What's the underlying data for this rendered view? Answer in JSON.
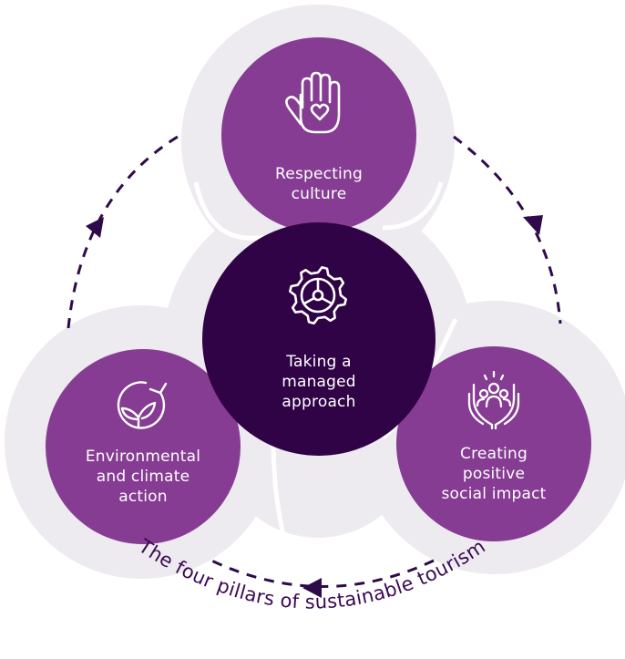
{
  "colors": {
    "background": "#ffffff",
    "blob": "#edeaf0",
    "outer_pillar": "#853c92",
    "center_pillar": "#300346",
    "arrow": "#2e0a4a",
    "caption": "#3b0a52",
    "text_on_pillar": "#ffffff"
  },
  "caption": "The four pillars of sustainable tourism",
  "pillars": {
    "top": {
      "lines": [
        "Respecting",
        "culture"
      ],
      "icon": "hand-heart-icon"
    },
    "center": {
      "lines": [
        "Taking a",
        "managed",
        "approach"
      ],
      "icon": "gear-icon"
    },
    "left": {
      "lines": [
        "Environmental",
        "and climate",
        "action"
      ],
      "icon": "leaf-cycle-icon"
    },
    "right": {
      "lines": [
        "Creating",
        "positive",
        "social impact"
      ],
      "icon": "people-hands-icon"
    }
  }
}
